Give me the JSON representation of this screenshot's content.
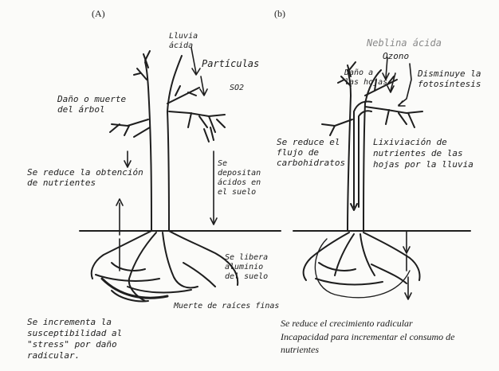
{
  "panels": {
    "a": {
      "tag": "(A)",
      "labels": {
        "acid_rain": "Lluvia ácida",
        "particles": "Partículas",
        "so2": "SO2",
        "tree_death": "Daño o muerte del árbol",
        "nutrient_uptake": "Se reduce la obtención de nutrientes",
        "acid_deposit": "Se depositan ácidos en el suelo",
        "aluminum": "Se libera aluminio del suelo",
        "fine_roots": "Muerte de raíces finas",
        "susceptibility": "Se incrementa la susceptibilidad al \"stress\" por daño radicular."
      }
    },
    "b": {
      "tag": "(b)",
      "labels": {
        "fog": "Neblina ácida",
        "ozone": "Ozono",
        "leaf_damage": "Daño a las hojas",
        "photosynthesis": "Disminuye la fotosíntesis",
        "carb_flow": "Se reduce el flujo de carbohidratos",
        "leaching": "Lixiviación de nutrientes de las hojas por la lluvia",
        "root_growth": "Se reduce el crecimiento radicular",
        "nutrient_inc": "Incapacidad para incrementar el consumo de nutrientes"
      }
    }
  },
  "colors": {
    "ink": "#1e1e1e",
    "faint_ink": "#8a8a8a",
    "paper": "#fbfbf9"
  }
}
